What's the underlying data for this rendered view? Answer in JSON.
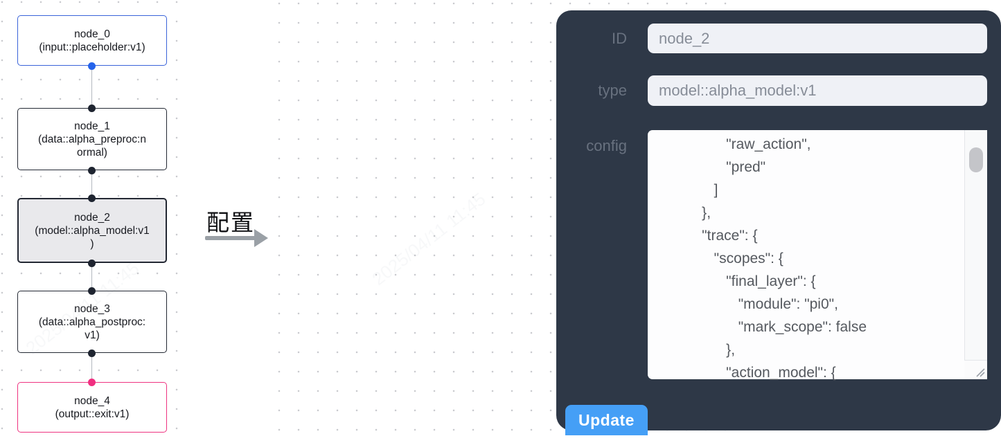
{
  "flow": {
    "nodes": [
      {
        "label": "node_0\n(input::placeholder:v1)"
      },
      {
        "label": "node_1\n(data::alpha_preproc:n\normal)"
      },
      {
        "label": "node_2\n(model::alpha_model:v1\n)"
      },
      {
        "label": "node_3\n(data::alpha_postproc:\nv1)"
      },
      {
        "label": "node_4\n(output::exit:v1)"
      }
    ]
  },
  "annotation": {
    "arrow_label": "配置"
  },
  "inspector": {
    "id_label": "ID",
    "id_value": "node_2",
    "type_label": "type",
    "type_value": "model::alpha_model:v1",
    "config_label": "config",
    "config_text": "                 \"raw_action\",\n                 \"pred\"\n              ]\n           },\n           \"trace\": {\n              \"scopes\": {\n                 \"final_layer\": {\n                    \"module\": \"pi0\",\n                    \"mark_scope\": false\n                 },\n                 \"action_model\": {",
    "update_label": "Update"
  },
  "watermark_text": "2025/04/11 11:45",
  "colors": {
    "panel_bg": "#2e3847",
    "input_node_border": "#3a63d9",
    "output_node_border": "#ee3380",
    "default_node_border": "#232833",
    "selected_node_bg": "#e9e9ec",
    "input_handle_dot": "#2563eb",
    "output_handle_dot": "#f02e80",
    "update_button_bg": "#459ff6",
    "field_bg": "#eff1f6"
  }
}
